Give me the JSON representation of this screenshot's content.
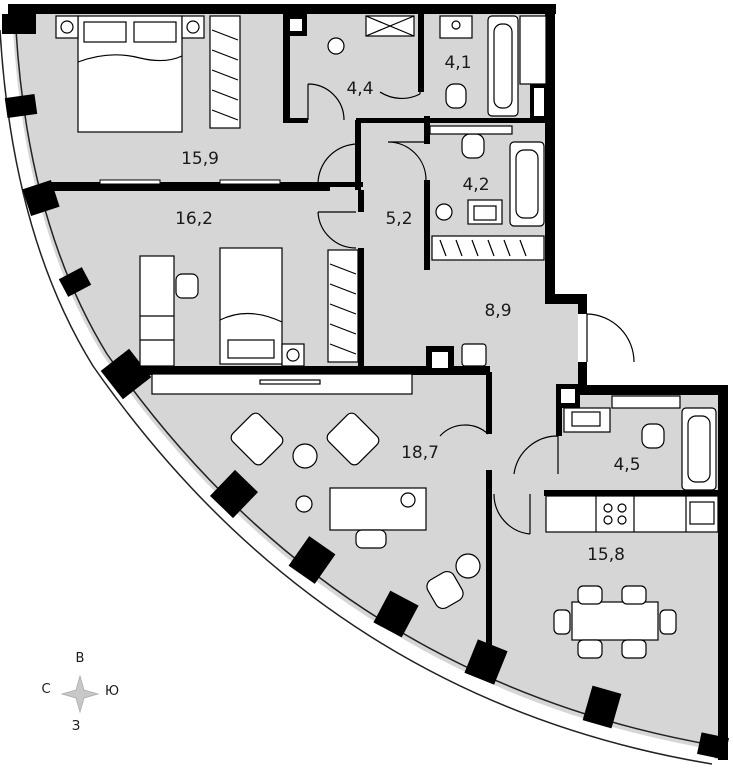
{
  "rooms": [
    {
      "id": "bedroom-1",
      "area": "15,9"
    },
    {
      "id": "bedroom-2",
      "area": "16,2"
    },
    {
      "id": "living-room",
      "area": "18,7"
    },
    {
      "id": "hall-upper",
      "area": "4,4"
    },
    {
      "id": "bathroom-1",
      "area": "4,1"
    },
    {
      "id": "bathroom-2",
      "area": "4,2"
    },
    {
      "id": "corridor",
      "area": "5,2"
    },
    {
      "id": "hallway",
      "area": "8,9"
    },
    {
      "id": "bathroom-3",
      "area": "4,5"
    },
    {
      "id": "kitchen",
      "area": "15,8"
    }
  ],
  "compass": {
    "north": "В",
    "south": "З",
    "west": "С",
    "east": "Ю"
  },
  "colors": {
    "floor": "#d6d6d6",
    "wall": "#000000",
    "furniture": "#ffffff"
  }
}
